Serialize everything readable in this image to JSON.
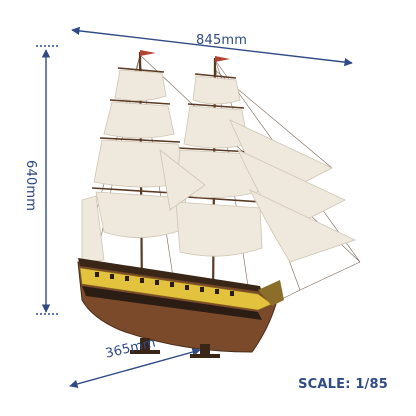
{
  "dimensions": {
    "width": "845mm",
    "height": "640mm",
    "depth": "365mm"
  },
  "scale": "SCALE: 1/85",
  "colors": {
    "dimension_line": "#2f4a86",
    "sail": "#efe8dc",
    "hull_lower": "#7a4a2b",
    "hull_band": "#e3c23d",
    "rigging": "#4a3424"
  }
}
